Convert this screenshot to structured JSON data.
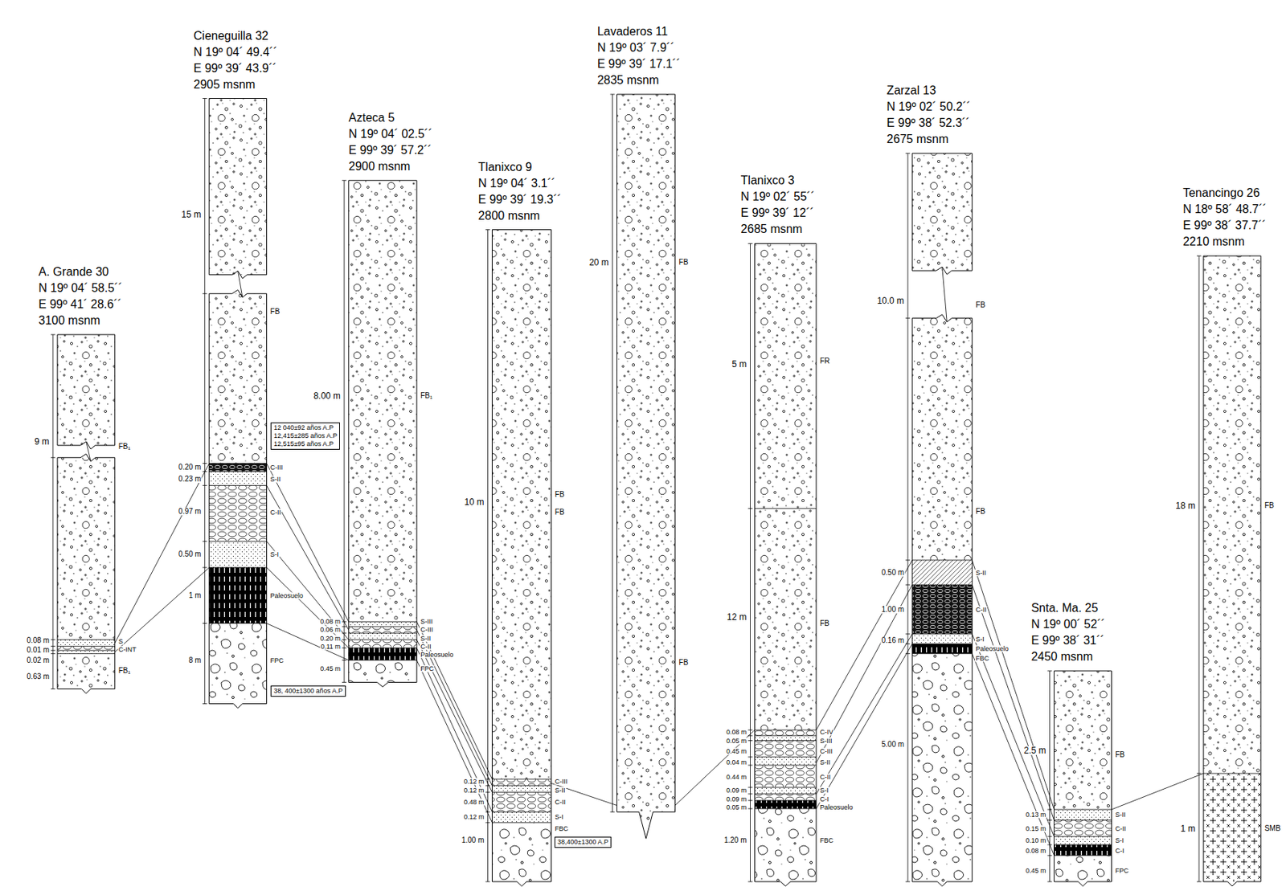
{
  "diagram": {
    "nodes": [
      {
        "text": [
          "A. Grande 30",
          "N 19º 04´ 58.5´´",
          "E 99º 41´ 28.6´´",
          "3100 msnm"
        ]
      },
      {
        "text": [
          "Cieneguilla 32",
          "N 19º 04´ 49.4´´",
          "E 99º 39´ 43.9´´",
          "2905 msnm"
        ]
      },
      {
        "text": [
          "12 040±92 años A.P",
          "12,415±285 años A.P",
          "12,515±95 años A.P"
        ]
      },
      {
        "text": [
          "38, 400±1300 años A.P"
        ]
      },
      {
        "text": [
          "Azteca 5",
          "N 19º 04´ 02.5´´",
          "E 99º 39´ 57.2´´",
          "2900 msnm"
        ]
      },
      {
        "text": [
          "Tlanixco 9",
          "N 19º 04´ 3.1´´",
          "E 99º 39´ 19.3´´",
          "2800 msnm"
        ]
      },
      {
        "text": [
          "38,400±1300 A.P"
        ]
      },
      {
        "text": [
          "Lavaderos 11",
          "N 19º 03´ 7.9´´",
          "E 99º 39´ 17.1´´",
          "2835 msnm"
        ]
      },
      {
        "text": [
          "Tlanixco 3",
          "N 19º 02´ 55´´",
          "E 99º 39´ 12´´",
          "2685 msnm"
        ]
      },
      {
        "text": [
          "Zarzal 13",
          "N 19º 02´ 50.2´´",
          "E 99º 38´ 52.3´´",
          "2675 msnm"
        ]
      },
      {
        "text": [
          "Snta. Ma. 25",
          "N 19º 00´ 52´´",
          "E 99º 38´ 31´´",
          "2450 msnm"
        ]
      },
      {
        "text": [
          "Tenancingo 26",
          "N 18º 58´ 48.7´´",
          "E 99º 38´ 37.7´´",
          "2210 msnm"
        ]
      }
    ],
    "edges": [
      {
        "from": 0,
        "to": 1,
        "arrow": "none"
      },
      {
        "from": 0,
        "to": 1,
        "arrow": "none"
      },
      {
        "from": 1,
        "to": 4,
        "arrow": "none"
      },
      {
        "from": 1,
        "to": 4,
        "arrow": "none"
      },
      {
        "from": 1,
        "to": 4,
        "arrow": "none"
      },
      {
        "from": 1,
        "to": 4,
        "arrow": "none"
      },
      {
        "from": 1,
        "to": 4,
        "arrow": "none"
      },
      {
        "from": 4,
        "to": 5,
        "arrow": "none"
      },
      {
        "from": 4,
        "to": 5,
        "arrow": "none"
      },
      {
        "from": 4,
        "to": 5,
        "arrow": "none"
      },
      {
        "from": 4,
        "to": 5,
        "arrow": "none"
      },
      {
        "from": 4,
        "to": 5,
        "arrow": "none"
      },
      {
        "from": 5,
        "to": 7,
        "arrow": "none"
      },
      {
        "from": 7,
        "to": 8,
        "arrow": "none"
      },
      {
        "from": 8,
        "to": 9,
        "arrow": "none"
      },
      {
        "from": 8,
        "to": 9,
        "arrow": "none"
      },
      {
        "from": 8,
        "to": 9,
        "arrow": "none"
      },
      {
        "from": 8,
        "to": 9,
        "arrow": "none"
      },
      {
        "from": 9,
        "to": 10,
        "arrow": "none"
      },
      {
        "from": 9,
        "to": 10,
        "arrow": "none"
      },
      {
        "from": 9,
        "to": 10,
        "arrow": "none"
      },
      {
        "from": 9,
        "to": 10,
        "arrow": "none"
      },
      {
        "from": 10,
        "to": 11,
        "arrow": "none"
      }
    ],
    "labels": [
      "9 m",
      "FB₁",
      "0.08 m",
      "0.01 m",
      "0.02 m",
      "0.63 m",
      "S",
      "C-INT",
      "FB₁",
      "15 m",
      "FB",
      "0.20 m",
      "0.23 m",
      "0.97 m",
      "0.50 m",
      "1 m",
      "8 m",
      "C-III",
      "S-II",
      "C-II",
      "S-I",
      "Paleosuelo",
      "FPC",
      "8.00 m",
      "FB₁",
      "0.08 m",
      "0.06 m",
      "0.20 m",
      "0.11 m",
      "0.45 m",
      "S-III",
      "C-III",
      "S-II",
      "C-II",
      "Paleosuelo",
      "FPC",
      "10 m",
      "FB",
      "FB",
      "0.12 m",
      "0.12 m",
      "0.48 m",
      "0.12 m",
      "1.00 m",
      "C-III",
      "S-II",
      "C-II",
      "S-I",
      "FBC",
      "20 m",
      "FB",
      "FB",
      "5 m",
      "FR",
      "12 m",
      "FB",
      "0.08 m",
      "0.05 m",
      "0.45 m",
      "0.04 m",
      "0.44 m",
      "0.09 m",
      "0.09 m",
      "0.05 m",
      "1.20 m",
      "C-IV",
      "S-III",
      "C-III",
      "S-II",
      "C-II",
      "S-I",
      "C-I",
      "Paleosuelo",
      "FBC",
      "10.0 m",
      "FB",
      "FB",
      "0.50 m",
      "1.00 m",
      "0.16 m",
      "5.00 m",
      "S-II",
      "C-II",
      "S-I",
      "Paleosuelo",
      "FBC",
      "2.5 m",
      "FB",
      "0.13 m",
      "0.15 m",
      "0.10 m",
      "0.08 m",
      "0.45 m",
      "S-II",
      "C-II",
      "S-I",
      "C-I",
      "FPC",
      "18 m",
      "FB",
      "1 m",
      "SMB"
    ]
  }
}
